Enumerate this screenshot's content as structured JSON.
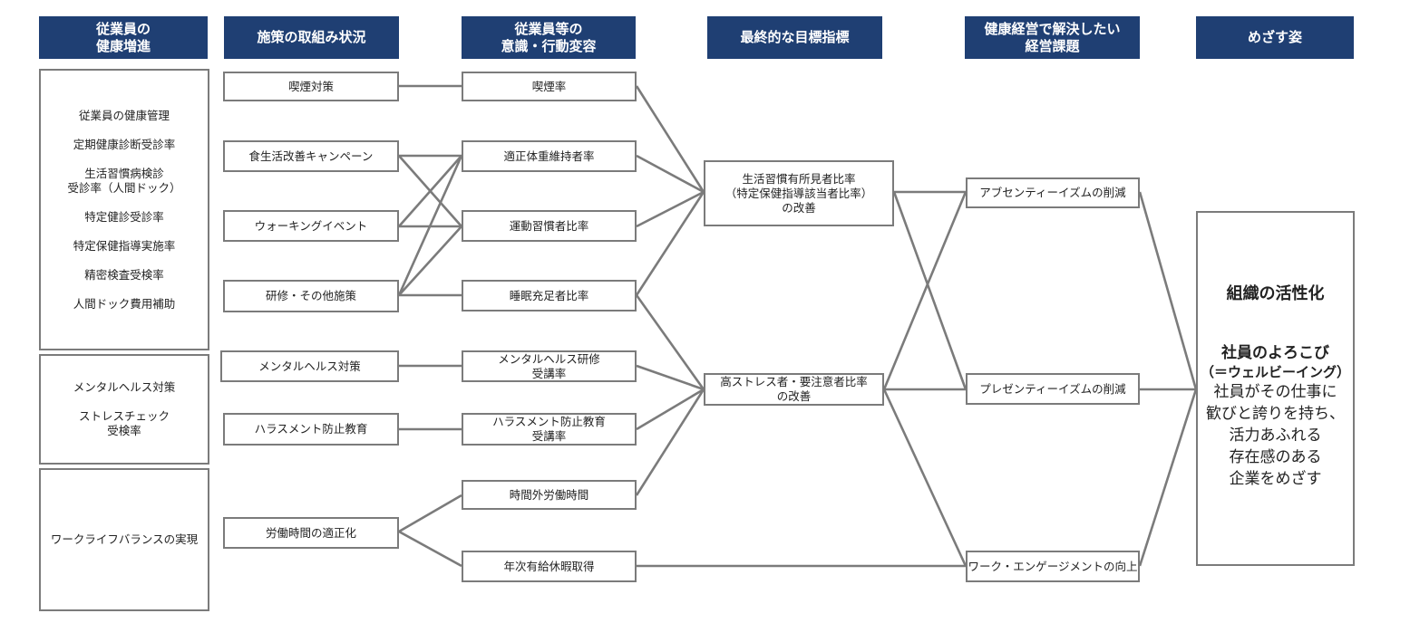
{
  "headers": [
    {
      "lines": [
        "従業員の",
        "健康増進"
      ]
    },
    {
      "lines": [
        "施策の取組み状況"
      ]
    },
    {
      "lines": [
        "従業員等の",
        "意識・行動変容"
      ]
    },
    {
      "lines": [
        "最終的な目標指標"
      ]
    },
    {
      "lines": [
        "健康経営で解決したい",
        "経営課題"
      ]
    },
    {
      "lines": [
        "めざす姿"
      ]
    }
  ],
  "promotion": {
    "group1": [
      "従業員の健康管理",
      "定期健康診断受診率",
      "生活習慣病検診\n受診率（人間ドック）",
      "特定健診受診率",
      "特定保健指導実施率",
      "精密検査受検率",
      "人間ドック費用補助"
    ],
    "group2": [
      "メンタルヘルス対策",
      "ストレスチェック\n受検率"
    ],
    "group3": [
      "ワークライフバランスの実現"
    ]
  },
  "measures": [
    "喫煙対策",
    "食生活改善キャンペーン",
    "ウォーキングイベント",
    "研修・その他施策",
    "メンタルヘルス対策",
    "ハラスメント防止教育",
    "労働時間の適正化"
  ],
  "behaviors": [
    "喫煙率",
    "適正体重維持者率",
    "運動習慣者比率",
    "睡眠充足者比率",
    "メンタルヘルス研修\n受講率",
    "ハラスメント防止教育\n受講率",
    "時間外労働時間",
    "年次有給休暇取得"
  ],
  "targets": [
    "生活習慣有所見者比率\n（特定保健指導該当者比率）\nの改善",
    "高ストレス者・要注意者比率\nの改善"
  ],
  "issues": [
    "アブセンティーイズムの削減",
    "プレゼンティーイズムの削減",
    "ワーク・エンゲージメントの向上"
  ],
  "goal": {
    "title": "組織の活性化",
    "subtitle": "社員のよろこび",
    "subtitle2": "（＝ウェルビーイング）",
    "description": "社員がその仕事に\n歓びと誇りを持ち、\n活力あふれる\n存在感のある\n企業をめざす"
  },
  "colors": {
    "header_bg": "#1f3f73",
    "border": "#7b7b7b",
    "line": "#7b7b7b"
  }
}
